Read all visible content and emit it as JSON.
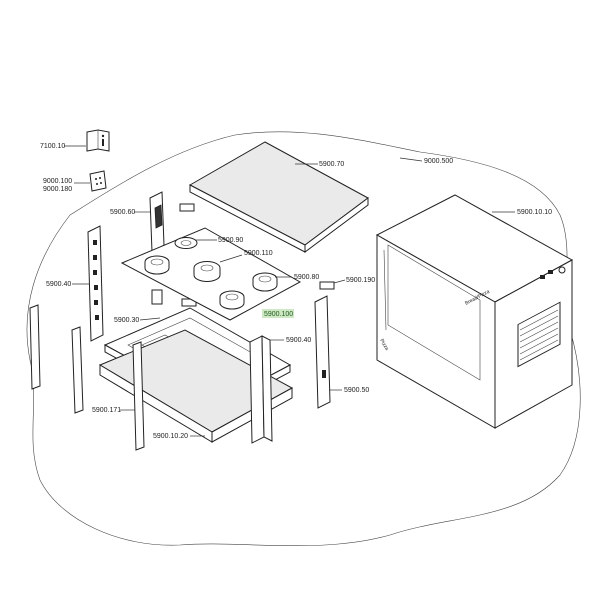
{
  "labels": {
    "l_7100_10": "7100.10",
    "l_9000_100": "9000.100",
    "l_9000_180": "9000.180",
    "l_5900_60": "5900.60",
    "l_5900_40_left": "5900.40",
    "l_5900_30": "5900.30",
    "l_5900_171": "5900.171",
    "l_5900_10_20": "5900.10.20",
    "l_5900_70": "5900.70",
    "l_9000_500": "9000.500",
    "l_5900_10_10": "5900.10.10",
    "l_5900_90": "5900.90",
    "l_5900_110": "5900.110",
    "l_5900_80": "5900.80",
    "l_5900_190": "5900.190",
    "l_5900_100": "5900.100",
    "l_5900_40_right": "5900.40",
    "l_5900_50": "5900.50"
  },
  "box_text": {
    "brand": "Bread/Pizza",
    "panel": "Pizza"
  },
  "colors": {
    "line": "#222222",
    "highlight_label_bg": "#cfe8c4",
    "highlight_label_text": "#1f5b1f"
  },
  "icons": {
    "manual": "info-book-icon",
    "sticker": "dice-sticker-icon"
  }
}
